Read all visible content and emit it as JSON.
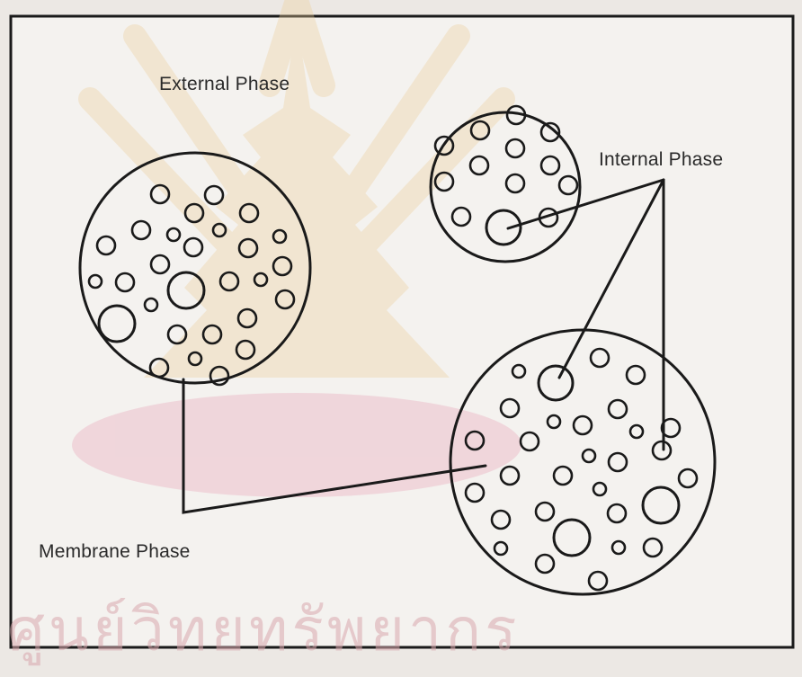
{
  "labels": {
    "external_phase": "External Phase",
    "internal_phase": "Internal Phase",
    "membrane_phase": "Membrane Phase"
  },
  "watermark": {
    "text": "ศูนย์วิทยทรัพยากร",
    "color": "#d9a8ae",
    "seal_color": "#eccf9a"
  },
  "colors": {
    "ink": "#1a1a1a",
    "paper": "#f4f2ef",
    "background": "#ece8e4"
  }
}
